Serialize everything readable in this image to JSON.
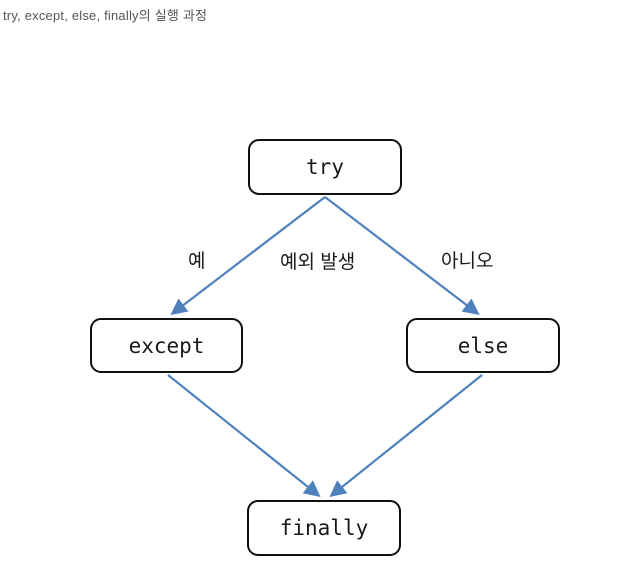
{
  "title": "try, except, else, finally의 실행 과정",
  "diagram": {
    "nodes": {
      "try": {
        "label": "try"
      },
      "except": {
        "label": "except"
      },
      "else": {
        "label": "else"
      },
      "finally": {
        "label": "finally"
      }
    },
    "edge_labels": {
      "yes": "예",
      "exception": "예외 발생",
      "no": "아니오"
    }
  },
  "colors": {
    "arrow": "#4f81bd",
    "box_border": "#111111",
    "box_text": "#1a1a1a",
    "title_text": "#555555",
    "background": "#ffffff"
  }
}
